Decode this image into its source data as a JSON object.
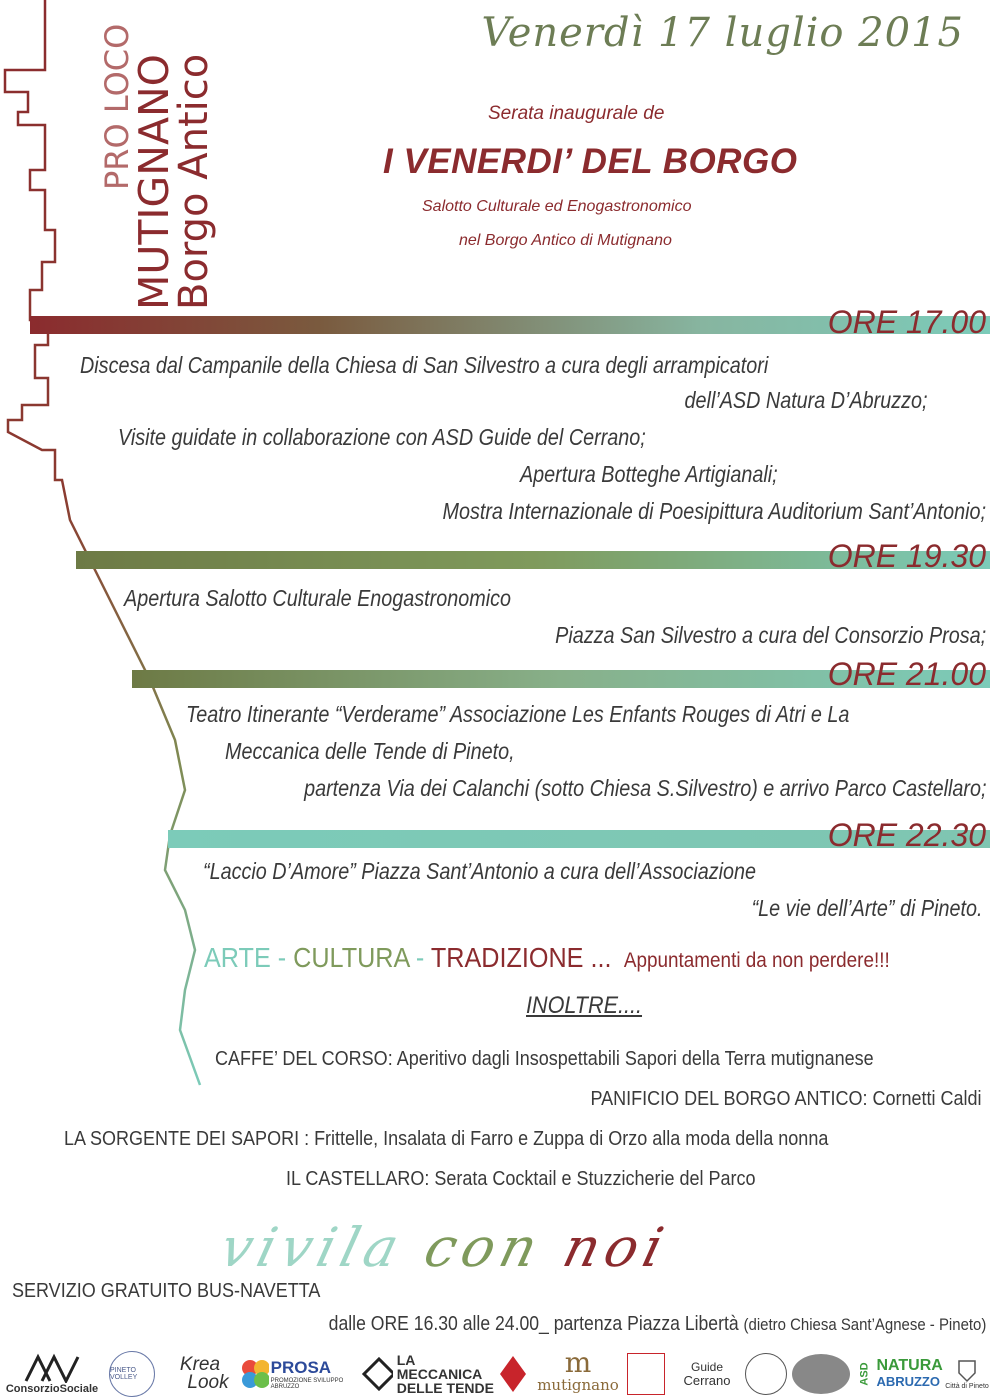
{
  "header": {
    "proloco_line1": "PRO LOCO",
    "proloco_line2": "MUTIGNANO",
    "proloco_line3": "Borgo Antico",
    "date": "Venerdì 17 luglio 2015",
    "subtitle": "Serata inaugurale de",
    "title": "I VENERDI’ DEL BORGO",
    "tagline1": "Salotto Culturale ed Enogastronomico",
    "tagline2": "nel Borgo Antico di Mutignano"
  },
  "schedule": [
    {
      "time": "ORE 17.00",
      "lines": [
        "Discesa dal Campanile della Chiesa di San Silvestro a cura degli arrampicatori",
        "dell’ASD Natura D’Abruzzo;",
        "Visite guidate in collaborazione con ASD Guide del Cerrano;",
        "Apertura Botteghe Artigianali;",
        "Mostra Internazionale di Poesipittura  Auditorium Sant’Antonio;"
      ]
    },
    {
      "time": "ORE 19.30",
      "lines": [
        "Apertura Salotto Culturale Enogastronomico",
        "Piazza San Silvestro a cura del Consorzio Prosa;"
      ]
    },
    {
      "time": "ORE 21.00",
      "lines": [
        "Teatro Itinerante “Verderame” Associazione Les Enfants Rouges di Atri e La",
        "Meccanica  delle Tende di Pineto,",
        "partenza Via dei Calanchi (sotto Chiesa S.Silvestro) e arrivo Parco Castellaro;"
      ]
    },
    {
      "time": "ORE 22.30",
      "lines": [
        "“Laccio D’Amore” Piazza Sant’Antonio a cura dell’Associazione",
        "“Le vie dell’Arte” di Pineto."
      ]
    }
  ],
  "motto": {
    "arte": "ARTE",
    "sep1": " - ",
    "cultura": "CULTURA",
    "sep2": " - ",
    "tradizione": "TRADIZIONE ...",
    "appuntamenti": "Appuntamenti da non perdere!!!"
  },
  "inoltre": "INOLTRE....",
  "extras": [
    "CAFFE’ DEL CORSO: Aperitivo dagli Insospettabili  Sapori della Terra mutignanese",
    "PANIFICIO DEL BORGO ANTICO: Cornetti Caldi",
    "LA SORGENTE DEI SAPORI : Frittelle, Insalata di Farro e Zuppa di Orzo alla moda della nonna",
    "IL CASTELLARO: Serata Cocktail e Stuzzicherie del Parco"
  ],
  "slogan": {
    "w1": "vivila",
    "w2": "con",
    "w3": "noi"
  },
  "bus": {
    "line1": "SERVIZIO GRATUITO BUS-NAVETTA",
    "line2": "dalle ORE 16.30 alle 24.00_ partenza Piazza Libertà",
    "line2_small": "(dietro Chiesa Sant’Agnese - Pineto)"
  },
  "sponsors": {
    "consorzio": "ConsorzioSociale",
    "pineto_volley": "PINETO VOLLEY",
    "krea": "Krea",
    "look": "Look",
    "prosa": "PROSA",
    "prosa_sub": "PROMOZIONE SVILUPPO ABRUZZO",
    "meccanica1": "LA MECCANICA",
    "meccanica2": "DELLE TENDE",
    "mutignano_m": "m",
    "mutignano": "mutignano",
    "guide1": "Guide",
    "guide2": "Cerrano",
    "asd": "ASD",
    "natura": "NATURA",
    "abruzzo": "ABRUZZO",
    "citta": "Città di Pineto"
  },
  "colors": {
    "brand_red": "#8b2b2e",
    "olive": "#6d7d55",
    "teal": "#7ccbb9",
    "text": "#3a3a3a"
  }
}
